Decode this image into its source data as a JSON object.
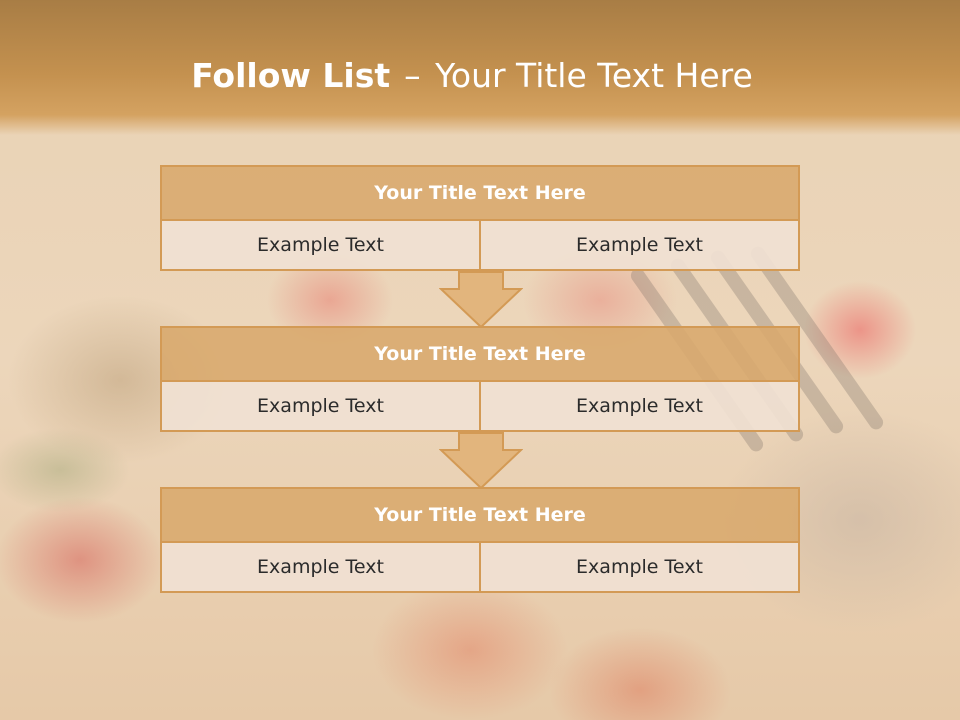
{
  "header": {
    "title_bold": "Follow List",
    "title_separator": "–",
    "title_rest": "Your Title Text Here"
  },
  "blocks": [
    {
      "title": "Your Title Text Here",
      "left": "Example Text",
      "right": "Example Text"
    },
    {
      "title": "Your Title Text Here",
      "left": "Example Text",
      "right": "Example Text"
    },
    {
      "title": "Your Title Text Here",
      "left": "Example Text",
      "right": "Example Text"
    }
  ],
  "colors": {
    "header": "#c4914f",
    "title_fill": "#d8a86c",
    "border": "#d39a55",
    "cell_fill": "#f0e1d2",
    "arrow_fill": "#e2b57d"
  },
  "icons": [
    "down-arrow-icon"
  ]
}
